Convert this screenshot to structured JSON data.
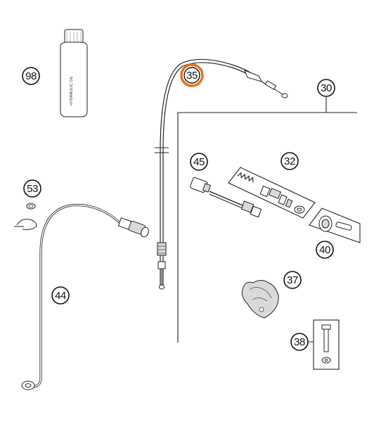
{
  "callouts": {
    "c98": "98",
    "c35": "35",
    "c30": "30",
    "c45": "45",
    "c32": "32",
    "c53": "53",
    "c40": "40",
    "c37": "37",
    "c44": "44",
    "c38": "38"
  },
  "bottle": {
    "label": "HYDRAULIC OIL"
  },
  "colors": {
    "highlight": "#e8701a",
    "ink": "#222222"
  }
}
